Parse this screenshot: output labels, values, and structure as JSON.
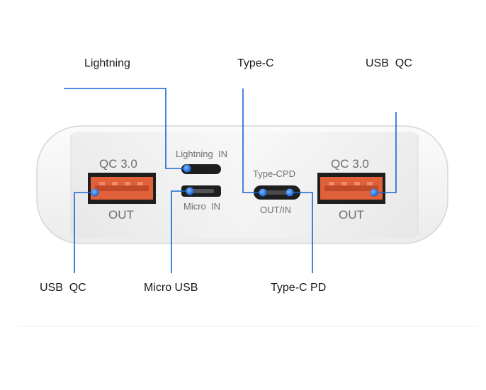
{
  "callouts": {
    "lightning": "Lightning",
    "type_c": "Type-C",
    "usb_qc_top": "USB  QC",
    "usb_qc_bottom": "USB  QC",
    "micro_usb": "Micro USB",
    "type_c_pd": "Type-C PD"
  },
  "device_labels": {
    "left_port_top": "QC 3.0",
    "left_port_bottom": "OUT",
    "right_port_top": "QC 3.0",
    "right_port_bottom": "OUT",
    "lightning_port": "Lightning  IN",
    "micro_port": "Micro  IN",
    "typec_port_top": "Type-CPD",
    "typec_port_bottom": "OUT/IN"
  },
  "colors": {
    "leader_line": "#1565d8",
    "usb_port_fill": "#e0603a",
    "case": "#f4f4f4",
    "port_black": "#1e1e1e"
  }
}
